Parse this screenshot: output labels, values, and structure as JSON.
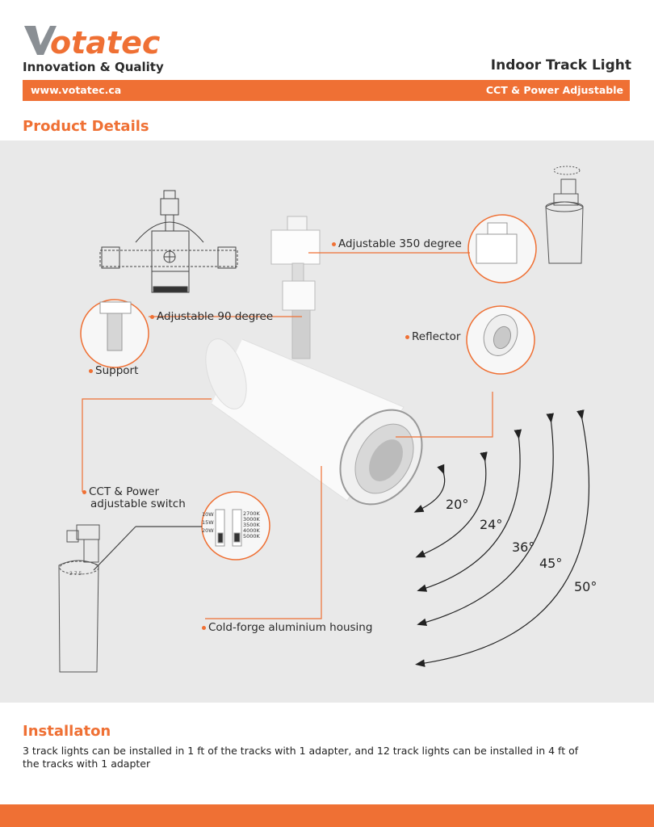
{
  "brand": {
    "name": "Votatec",
    "tagline": "Innovation & Quality",
    "website": "www.votatec.ca"
  },
  "product": {
    "title": "Indoor Track Light",
    "subtitle": "CCT & Power Adjustable"
  },
  "sections": {
    "details": "Product Details",
    "installation": "Installaton"
  },
  "labels": {
    "rotation": "Adjustable 350 degree",
    "tilt": "Adjustable 90 degree",
    "support": "Support",
    "reflector": "Reflector",
    "switch_line1": "CCT & Power",
    "switch_line2": "adjustable switch",
    "housing": "Cold-forge aluminium housing"
  },
  "switch": {
    "power_options": [
      "10W",
      "15W",
      "20W"
    ],
    "cct_options": [
      "2700K",
      "3000K",
      "3500K",
      "4000K",
      "5000K"
    ]
  },
  "beam_angles": [
    "20°",
    "24°",
    "36°",
    "45°",
    "50°"
  ],
  "installation_text": "3 track lights can be installed in 1 ft of the tracks with 1 adapter, and 12 track lights can be installed in 4 ft of the tracks with 1 adapter",
  "colors": {
    "accent": "#ef7034",
    "panel": "#e9e9e9"
  }
}
